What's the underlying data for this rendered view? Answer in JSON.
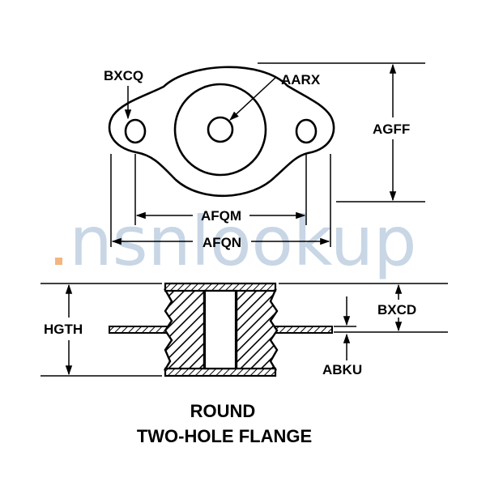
{
  "watermark": {
    "text": "nsnlookup",
    "color": "#9bb4cf",
    "accent": "#f3a25c"
  },
  "dimensions": {
    "bxcq": "BXCQ",
    "aarx": "AARX",
    "agff": "AGFF",
    "afqm": "AFQM",
    "afqn": "AFQN",
    "hgth": "HGTH",
    "bxcd": "BXCD",
    "abku": "ABKU"
  },
  "caption": {
    "line1": "ROUND",
    "line2": "TWO-HOLE FLANGE"
  }
}
